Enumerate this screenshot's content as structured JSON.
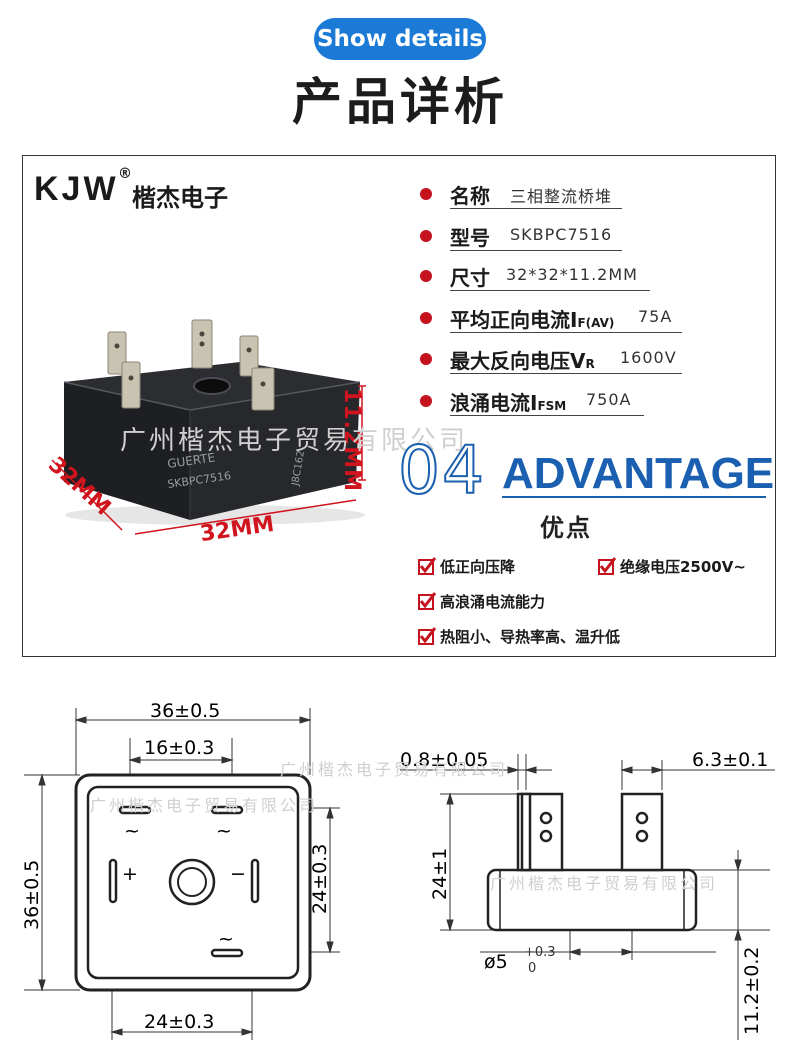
{
  "header": {
    "pill_label": "Show details",
    "title": "产品详析"
  },
  "brand": {
    "logo": "KJW",
    "registered": "®",
    "name_cn": "楷杰电子"
  },
  "specs": [
    {
      "label": "名称",
      "sub": "",
      "value": "三相整流桥堆"
    },
    {
      "label": "型号",
      "sub": "",
      "value": "SKBPC7516"
    },
    {
      "label": "尺寸",
      "sub": "",
      "value": "32*32*11.2MM"
    },
    {
      "label": "平均正向电流I",
      "sub": "F(AV)",
      "value": "75A"
    },
    {
      "label": "最大反向电压V",
      "sub": "R",
      "value": "1600V"
    },
    {
      "label": "浪涌电流I",
      "sub": "FSM",
      "value": "750A"
    }
  ],
  "product": {
    "dim_height": "11.2MM",
    "dim_width": "32MM",
    "dim_depth": "32MM",
    "marking_brand": "GUERTE",
    "marking_model": "SKBPC7516",
    "marking_code": "J8C162"
  },
  "advantage": {
    "number": "04",
    "heading": "ADVANTAGE",
    "heading_cn": "优点",
    "features": [
      "低正向压降",
      "绝缘电压2500V~",
      "高浪涌电流能力",
      "热阻小、导热率高、温升低"
    ]
  },
  "watermark": "广州楷杰电子贸易有限公司",
  "drawing": {
    "top_view": {
      "outer_width": "36±0.5",
      "pin_spacing": "16±0.3",
      "outer_height": "36±0.5",
      "pin_height": "24±0.3",
      "pin_width": "24±0.3",
      "ac_symbol": "~",
      "plus": "+",
      "minus": "−"
    },
    "side_view": {
      "tab_thickness": "0.8±0.05",
      "tab_width": "6.3±0.1",
      "tab_height": "24±1",
      "hole": "ø5",
      "hole_tol_upper": "+0.3",
      "hole_tol_lower": "0",
      "body_height": "11.2±0.2"
    }
  },
  "colors": {
    "accent_blue": "#1a5fb0",
    "pill_blue": "#1a7ad6",
    "bullet_red": "#c4121e",
    "dim_red": "#d0141e"
  }
}
